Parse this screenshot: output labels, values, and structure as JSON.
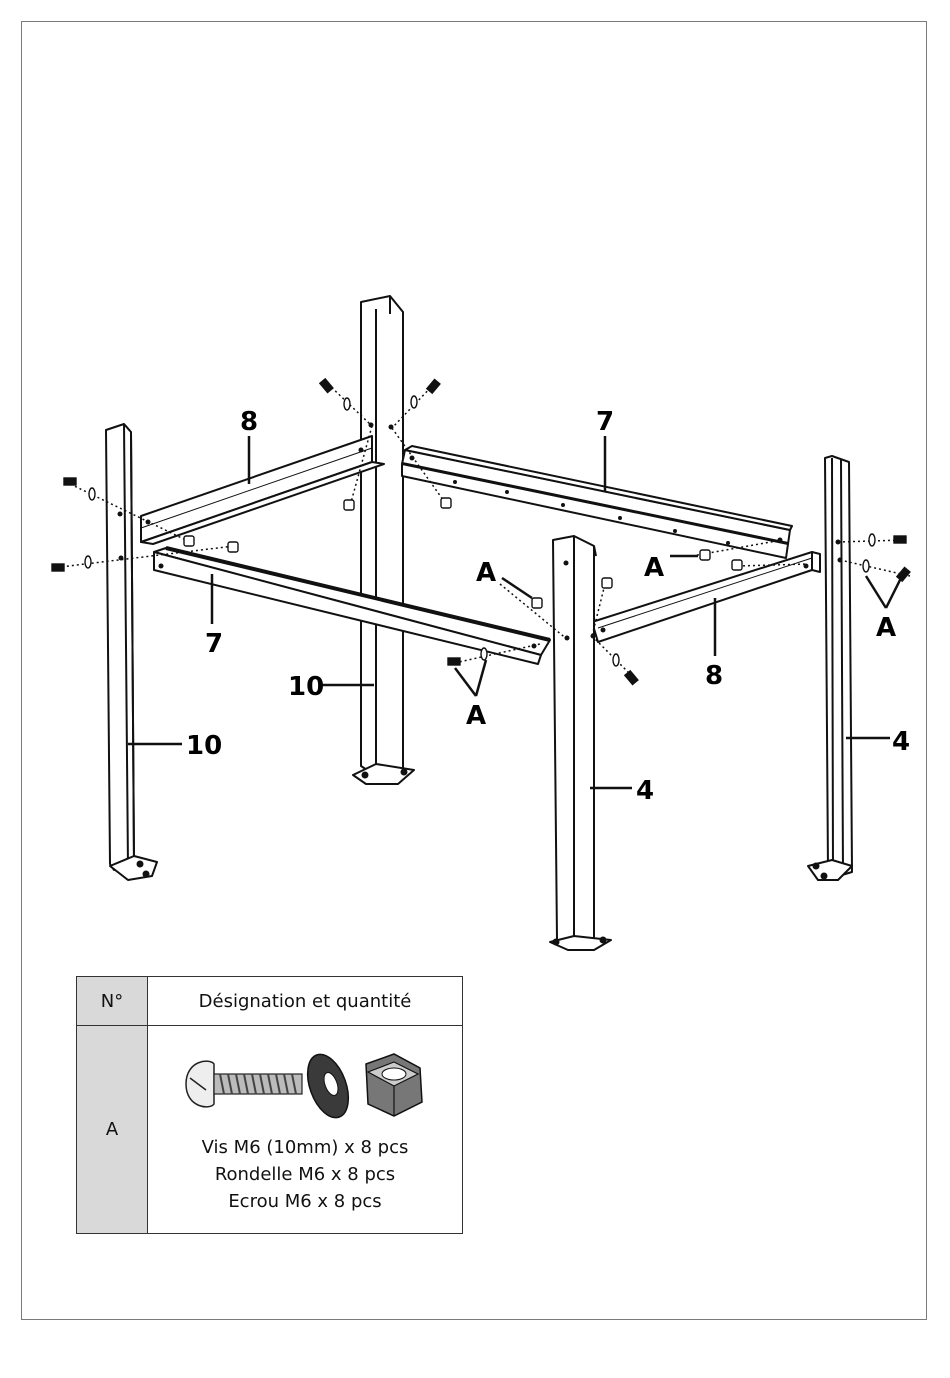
{
  "diagram": {
    "labels": {
      "beam_back_left": "8",
      "beam_back_right": "7",
      "beam_front_left": "7",
      "beam_front_right": "8",
      "post_back": "10",
      "post_left": "10",
      "post_front": "4",
      "post_right": "4",
      "hardware_1": "A",
      "hardware_2": "A",
      "hardware_3": "A",
      "hardware_4": "A"
    }
  },
  "parts_table": {
    "header_no": "N°",
    "header_designation": "Désignation et quantité",
    "rows": [
      {
        "code": "A",
        "lines": [
          "Vis M6 (10mm) x 8 pcs",
          "Rondelle M6 x 8 pcs",
          "Ecrou M6 x 8 pcs"
        ]
      }
    ]
  }
}
